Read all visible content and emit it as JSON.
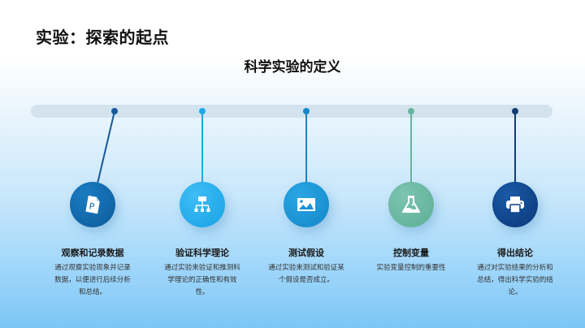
{
  "header": {
    "title": "实验：探索的起点",
    "subtitle": "科学实验的定义"
  },
  "timeline": {
    "track_color": "#d3e3ee",
    "steps": [
      {
        "label": "观察和记录数据",
        "description": "通过观察实验现象并记录数据，以便进行后续分析和总结。",
        "icon": "document-p-icon",
        "color": "#1468ad",
        "dot_color": "#155a99"
      },
      {
        "label": "验证科学理论",
        "description": "通过实验来验证和推测科学理论的正确性和有效性。",
        "icon": "hierarchy-icon",
        "color": "#22aef0",
        "dot_color": "#1fa7ea"
      },
      {
        "label": "测试假设",
        "description": "通过实验来测试和验证某个假设是否成立。",
        "icon": "image-icon",
        "color": "#1b93d6",
        "dot_color": "#1786c8"
      },
      {
        "label": "控制变量",
        "description": "实验变量控制的重要性",
        "icon": "flask-icon",
        "color": "#6bb9a3",
        "dot_color": "#66b59e"
      },
      {
        "label": "得出结论",
        "description": "通过对实验结果的分析和总结，得出科学实验的结论。",
        "icon": "printer-icon",
        "color": "#0b3f86",
        "dot_color": "#123d73"
      }
    ]
  }
}
